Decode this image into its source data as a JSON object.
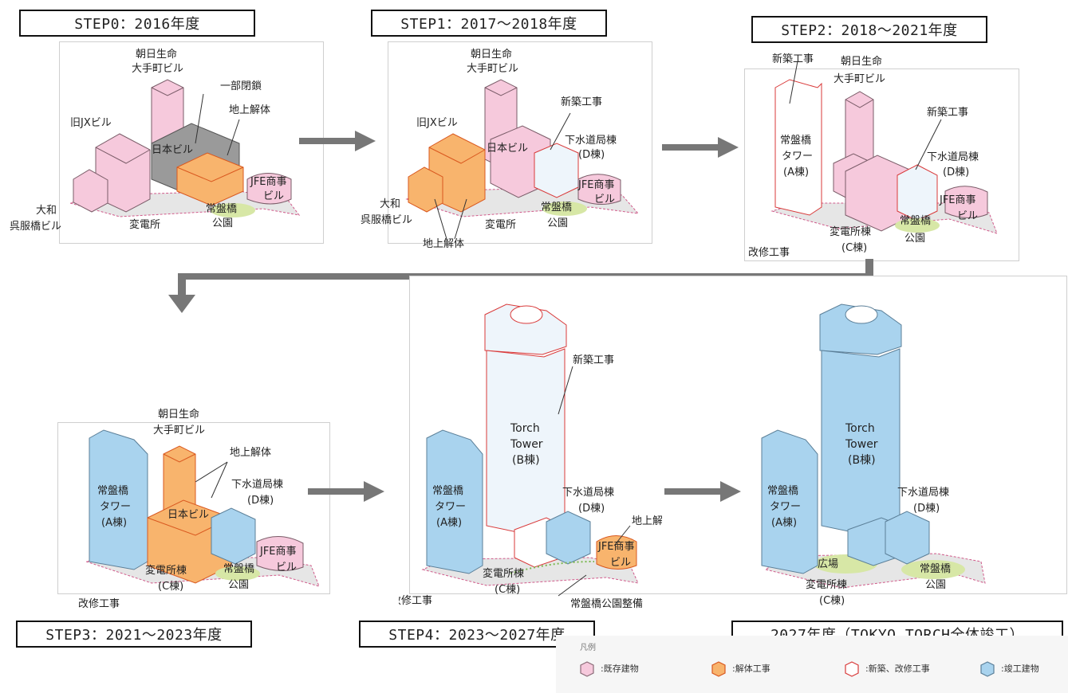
{
  "steps": {
    "step0": {
      "title": "STEP0：2016年度"
    },
    "step1": {
      "title": "STEP1：2017～2018年度"
    },
    "step2": {
      "title": "STEP2：2018～2021年度"
    },
    "step3": {
      "title": "STEP3：2021～2023年度"
    },
    "step4": {
      "title": "STEP4：2023～2027年度"
    },
    "final": {
      "title": "2027年度（TOKYO TORCH全体竣工）"
    }
  },
  "labels": {
    "asahi": [
      "朝日生命",
      "大手町ビル"
    ],
    "partial_close": "一部閉鎖",
    "demolition": "地上解体",
    "old_jx": "旧JXビル",
    "nihon": "日本ビル",
    "jfe": [
      "JFE商事",
      "ビル"
    ],
    "daiwa": [
      "大和",
      "呉服橋ビル"
    ],
    "substation": "変電所",
    "park": [
      "常盤橋",
      "公園"
    ],
    "new_construction": "新築工事",
    "sewer": [
      "下水道局棟",
      "(D棟)"
    ],
    "tokiwabashi_tower": [
      "常盤橋",
      "タワー",
      "(A棟)"
    ],
    "renovation": "改修工事",
    "substation_c": [
      "変電所棟",
      "(C棟)"
    ],
    "torch_tower": [
      "Torch",
      "Tower",
      "(B棟)"
    ],
    "park_improvement": "常盤橋公園整備",
    "plaza": "広場"
  },
  "legend": {
    "header": "凡例",
    "items": [
      {
        "label": ":既存建物",
        "fill": "#f6c9dc",
        "stroke": "#8a6b77"
      },
      {
        "label": ":解体工事",
        "fill": "#f8b46d",
        "stroke": "#d9581f"
      },
      {
        "label": ":新築、改修工事",
        "fill": "#ffffff",
        "stroke": "#d93a3a"
      },
      {
        "label": ":竣工建物",
        "fill": "#a9d3ee",
        "stroke": "#5b7f98"
      }
    ]
  },
  "colors": {
    "existing": "#f6c9dc",
    "demolition": "#f8b46d",
    "new": "#eef5fb",
    "completed": "#a9d3ee",
    "gray": "#9a9a9a",
    "arrow": "#777777"
  }
}
